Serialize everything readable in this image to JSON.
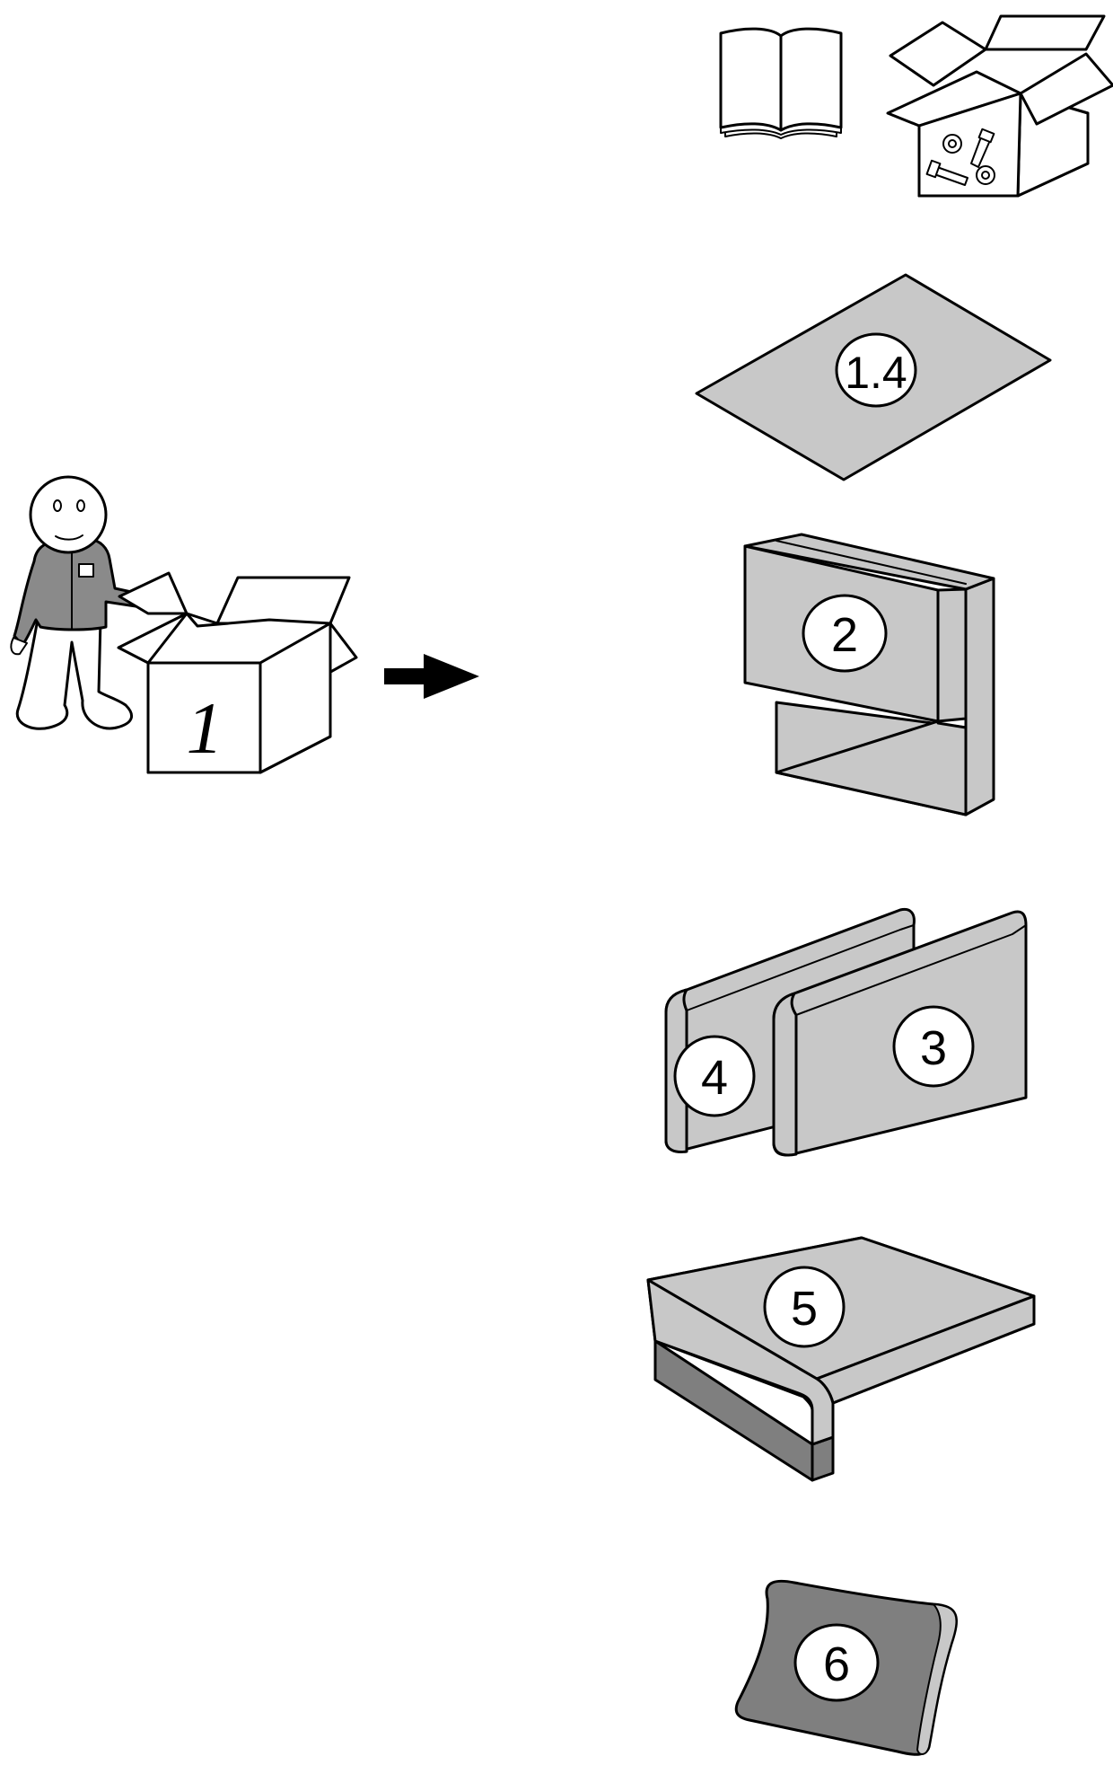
{
  "box_number": "1",
  "parts": [
    {
      "label": "1.4"
    },
    {
      "label": "2"
    },
    {
      "label": "3"
    },
    {
      "label": "4"
    },
    {
      "label": "5"
    },
    {
      "label": "6"
    }
  ],
  "icons": [
    "manual-book-icon",
    "hardware-box-icon",
    "person-icon",
    "open-box-icon",
    "arrow-right-icon"
  ],
  "colors": {
    "light_gray": "#c8c8c8",
    "dark_gray": "#7f7f7f",
    "outline": "#000000"
  }
}
